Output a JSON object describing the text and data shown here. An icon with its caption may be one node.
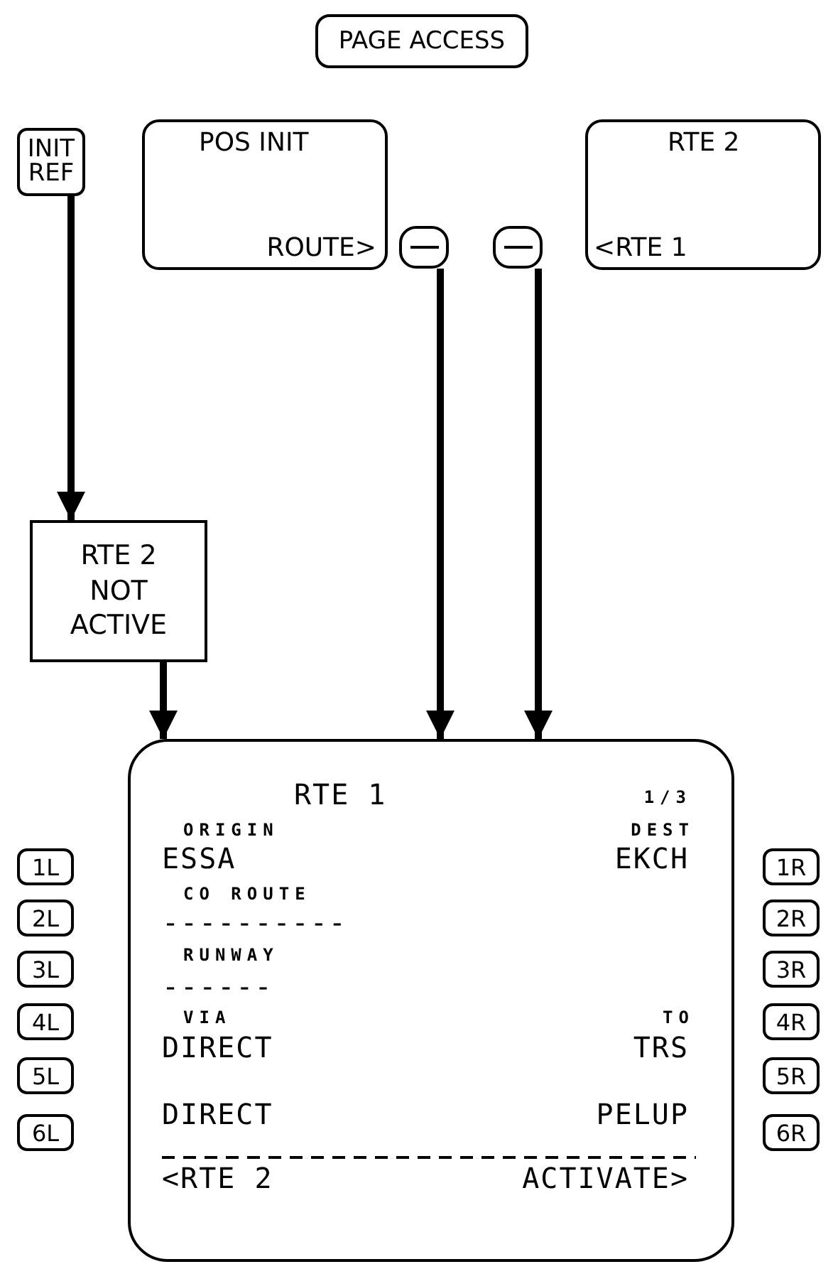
{
  "diagram": {
    "nodes": [
      {
        "text": [
          "PAGE ACCESS"
        ]
      },
      {
        "text": [
          "INIT REF"
        ]
      },
      {
        "text": [
          "POS INIT",
          "ROUTE>"
        ]
      },
      {
        "text": [],
        "shape": "box"
      },
      {
        "text": [],
        "shape": "box"
      },
      {
        "text": [
          "RTE 2",
          "<RTE 1"
        ]
      },
      {
        "text": [
          "RTE 2 NOT ACTIVE"
        ]
      },
      {
        "text": [
          "RTE 1",
          "1/3",
          "ORIGIN",
          "ESSA",
          "DEST",
          "EKCH",
          "CO ROUTE",
          "----------",
          "RUNWAY",
          "------",
          "VIA",
          "DIRECT",
          "TO",
          "TRS",
          "DIRECT",
          "PELUP",
          "<RTE 2",
          "ACTIVATE>"
        ]
      },
      {
        "text": [
          "1L"
        ]
      },
      {
        "text": [
          "2L"
        ]
      },
      {
        "text": [
          "3L"
        ]
      },
      {
        "text": [
          "4L"
        ]
      },
      {
        "text": [
          "5L"
        ]
      },
      {
        "text": [
          "6L"
        ]
      },
      {
        "text": [
          "1R"
        ]
      },
      {
        "text": [
          "2R"
        ]
      },
      {
        "text": [
          "3R"
        ]
      },
      {
        "text": [
          "4R"
        ]
      },
      {
        "text": [
          "5R"
        ]
      },
      {
        "text": [
          "6R"
        ]
      }
    ],
    "edges": [
      {
        "from": 1,
        "to": 6,
        "arrow": "to"
      },
      {
        "from": 6,
        "to": 7,
        "arrow": "to"
      },
      {
        "from": 3,
        "to": 7,
        "arrow": "to"
      },
      {
        "from": 4,
        "to": 7,
        "arrow": "to"
      }
    ]
  }
}
